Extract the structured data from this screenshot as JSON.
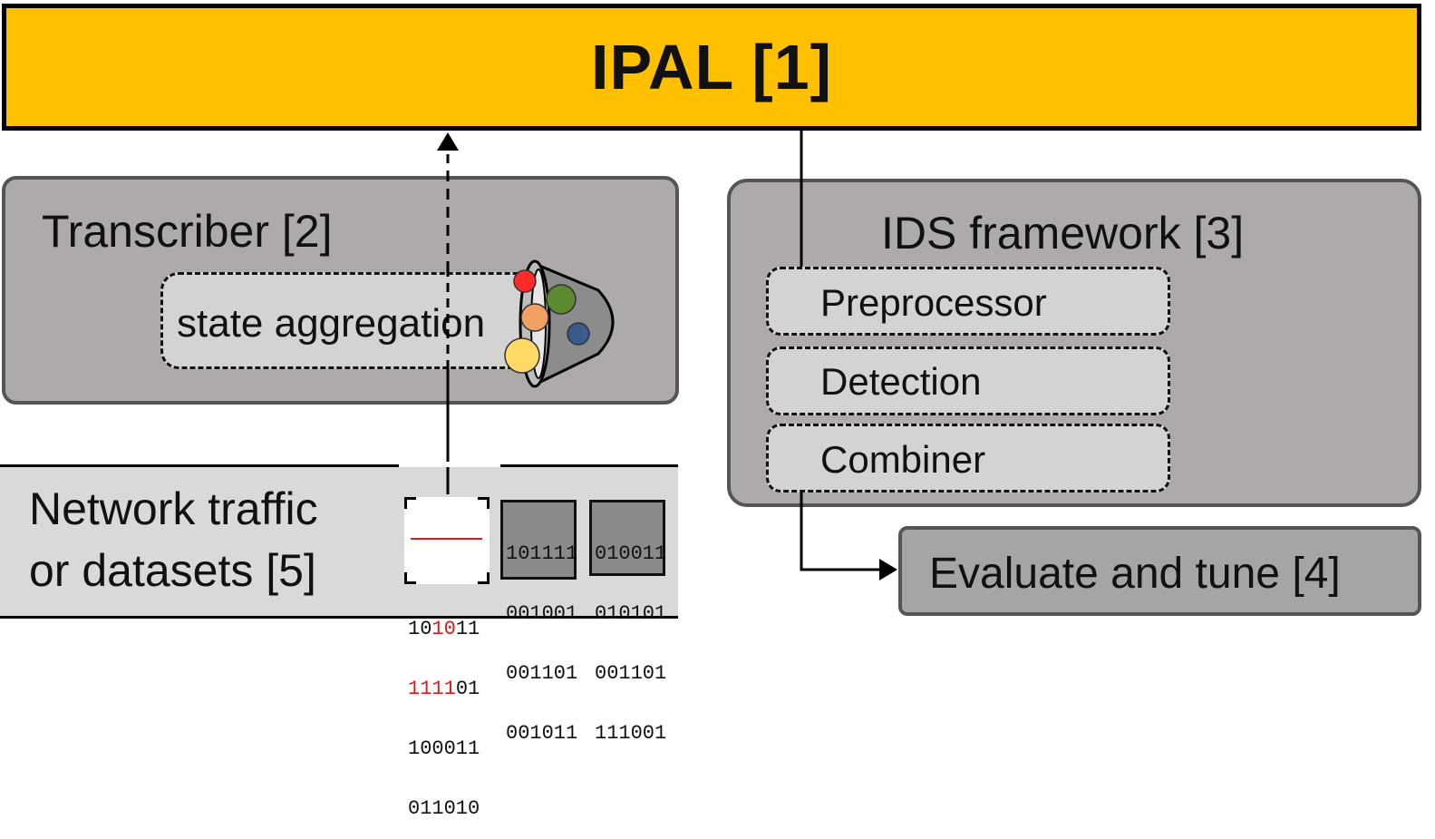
{
  "ipal": {
    "title": "IPAL [1]",
    "color": "#FFC000"
  },
  "transcriber": {
    "title": "Transcriber [2]",
    "state_aggregation": "state aggregation"
  },
  "ids_framework": {
    "title": "IDS framework [3]",
    "stages": [
      "Preprocessor",
      "Detection",
      "Combiner"
    ]
  },
  "evaluate": {
    "label": "Evaluate and tune [4]"
  },
  "network": {
    "line1": "Network traffic",
    "line2": "or datasets [5]"
  },
  "binary_tiles": [
    {
      "rows": [
        "101011",
        "111101",
        "100011",
        "011010"
      ],
      "highlight": "#e0191a"
    },
    {
      "rows": [
        "101111",
        "001001",
        "001101",
        "001011"
      ]
    },
    {
      "rows": [
        "010011",
        "010101",
        "001101",
        "111001"
      ]
    }
  ],
  "funnel_balls": [
    {
      "color": "#FF2A2A"
    },
    {
      "color": "#5C8A30"
    },
    {
      "color": "#F0A060"
    },
    {
      "color": "#3A5A8C"
    },
    {
      "color": "#FFD966"
    }
  ]
}
